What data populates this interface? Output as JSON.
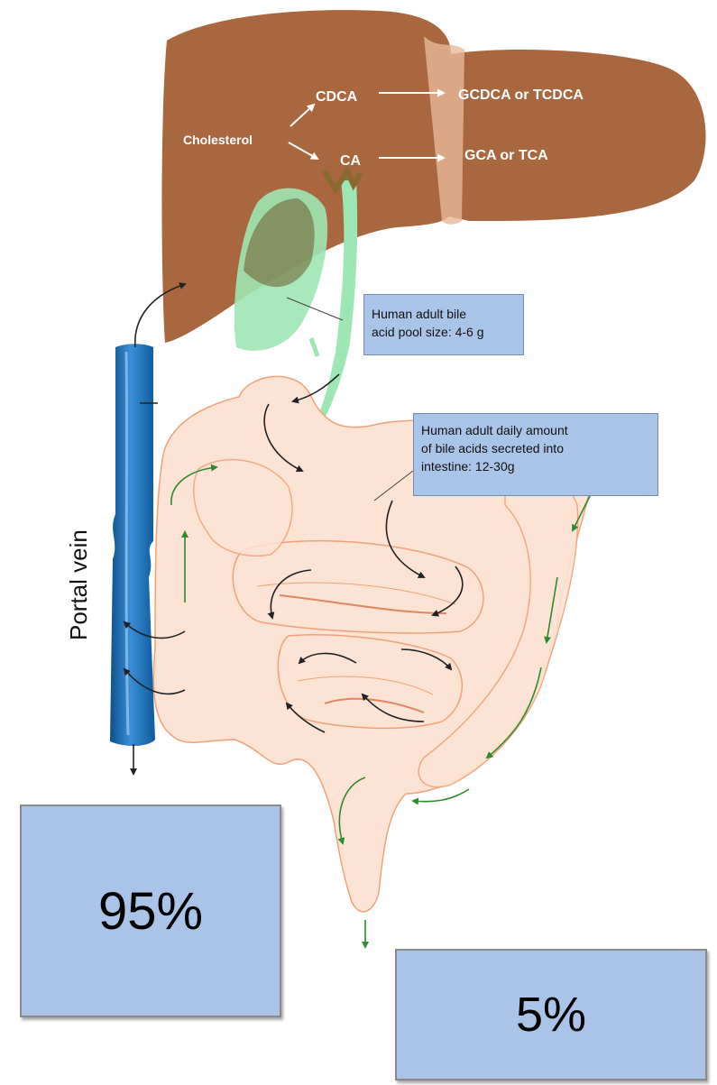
{
  "liver": {
    "source": "Cholesterol",
    "primary_1": "CDCA",
    "primary_2": "CA",
    "conjugate_1": "GCDCA or TCDCA",
    "conjugate_2": "GCA or TCA"
  },
  "callouts": {
    "pool_size_line1": "Human adult bile",
    "pool_size_line2": "acid pool size: 4-6 g",
    "secreted_line1": "Human adult daily amount",
    "secreted_line2": "of bile acids secreted into",
    "secreted_line3": "intestine: 12-30g"
  },
  "portal_vein_label": "Portal vein",
  "reabsorbed_percent": "95%",
  "excreted_percent": "5%",
  "colors": {
    "liver": "#a8673f",
    "gallbladder": "#8a6a2e",
    "bile_duct": "#9ee6b4",
    "intestine_fill": "#fde3d3",
    "intestine_outline": "#f0a27a",
    "portal_vein": "#1f6fb4",
    "callout_fill": "#a9c4e6",
    "arrow_dark": "#222222",
    "arrow_green": "#2e8b2e"
  }
}
